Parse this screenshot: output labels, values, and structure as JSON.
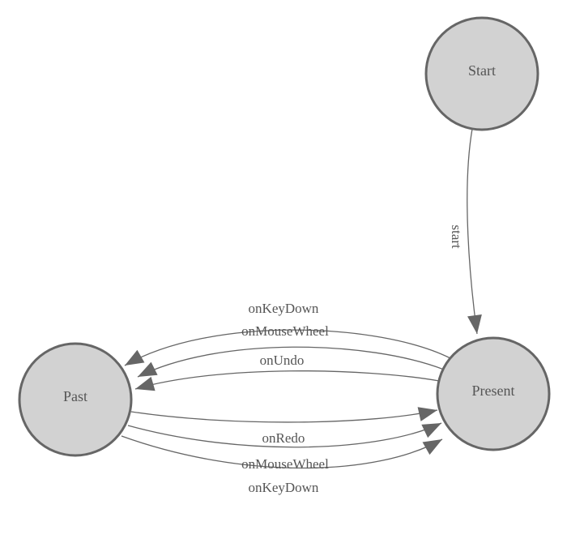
{
  "diagram": {
    "type": "state-machine",
    "nodes": [
      {
        "id": "start",
        "label": "Start"
      },
      {
        "id": "present",
        "label": "Present"
      },
      {
        "id": "past",
        "label": "Past"
      }
    ],
    "edges": [
      {
        "from": "Start",
        "to": "Present",
        "label": "start"
      },
      {
        "from": "Present",
        "to": "Past",
        "label": "onKeyDown"
      },
      {
        "from": "Present",
        "to": "Past",
        "label": "onMouseWheel"
      },
      {
        "from": "Present",
        "to": "Past",
        "label": "onUndo"
      },
      {
        "from": "Past",
        "to": "Present",
        "label": "onRedo"
      },
      {
        "from": "Past",
        "to": "Present",
        "label": "onMouseWheel"
      },
      {
        "from": "Past",
        "to": "Present",
        "label": "onKeyDown"
      }
    ],
    "colors": {
      "background": "#ffffff",
      "node_fill": "#d2d2d2",
      "node_stroke": "#666666",
      "edge_stroke": "#666666",
      "arrowhead_fill": "#666666",
      "label_text": "#555555"
    }
  }
}
